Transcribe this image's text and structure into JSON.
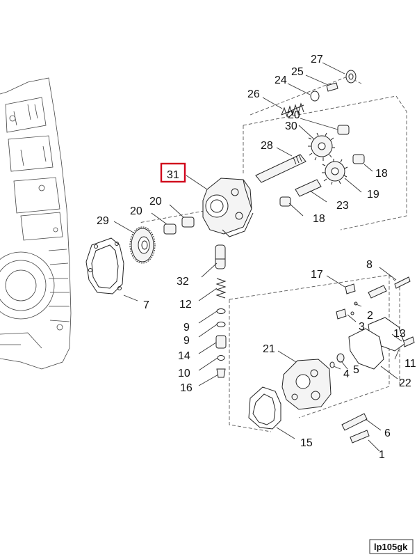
{
  "highlighted_label": "31",
  "reference_code": "lp105gk",
  "labels": {
    "l27": "27",
    "l25": "25",
    "l24": "24",
    "l26": "26",
    "l20a": "20",
    "l30": "30",
    "l28": "28",
    "l18a": "18",
    "l31": "31",
    "l19": "19",
    "l23": "23",
    "l20b": "20",
    "l20c": "20",
    "l29": "29",
    "l18b": "18",
    "l32": "32",
    "l7": "7",
    "l12": "12",
    "l8": "8",
    "l17": "17",
    "l2": "2",
    "l9a": "9",
    "l9b": "9",
    "l3": "3",
    "l13": "13",
    "l14": "14",
    "l21": "21",
    "l11": "11",
    "l10": "10",
    "l4": "4",
    "l5": "5",
    "l22": "22",
    "l16": "16",
    "l6": "6",
    "l15": "15",
    "l1": "1"
  }
}
